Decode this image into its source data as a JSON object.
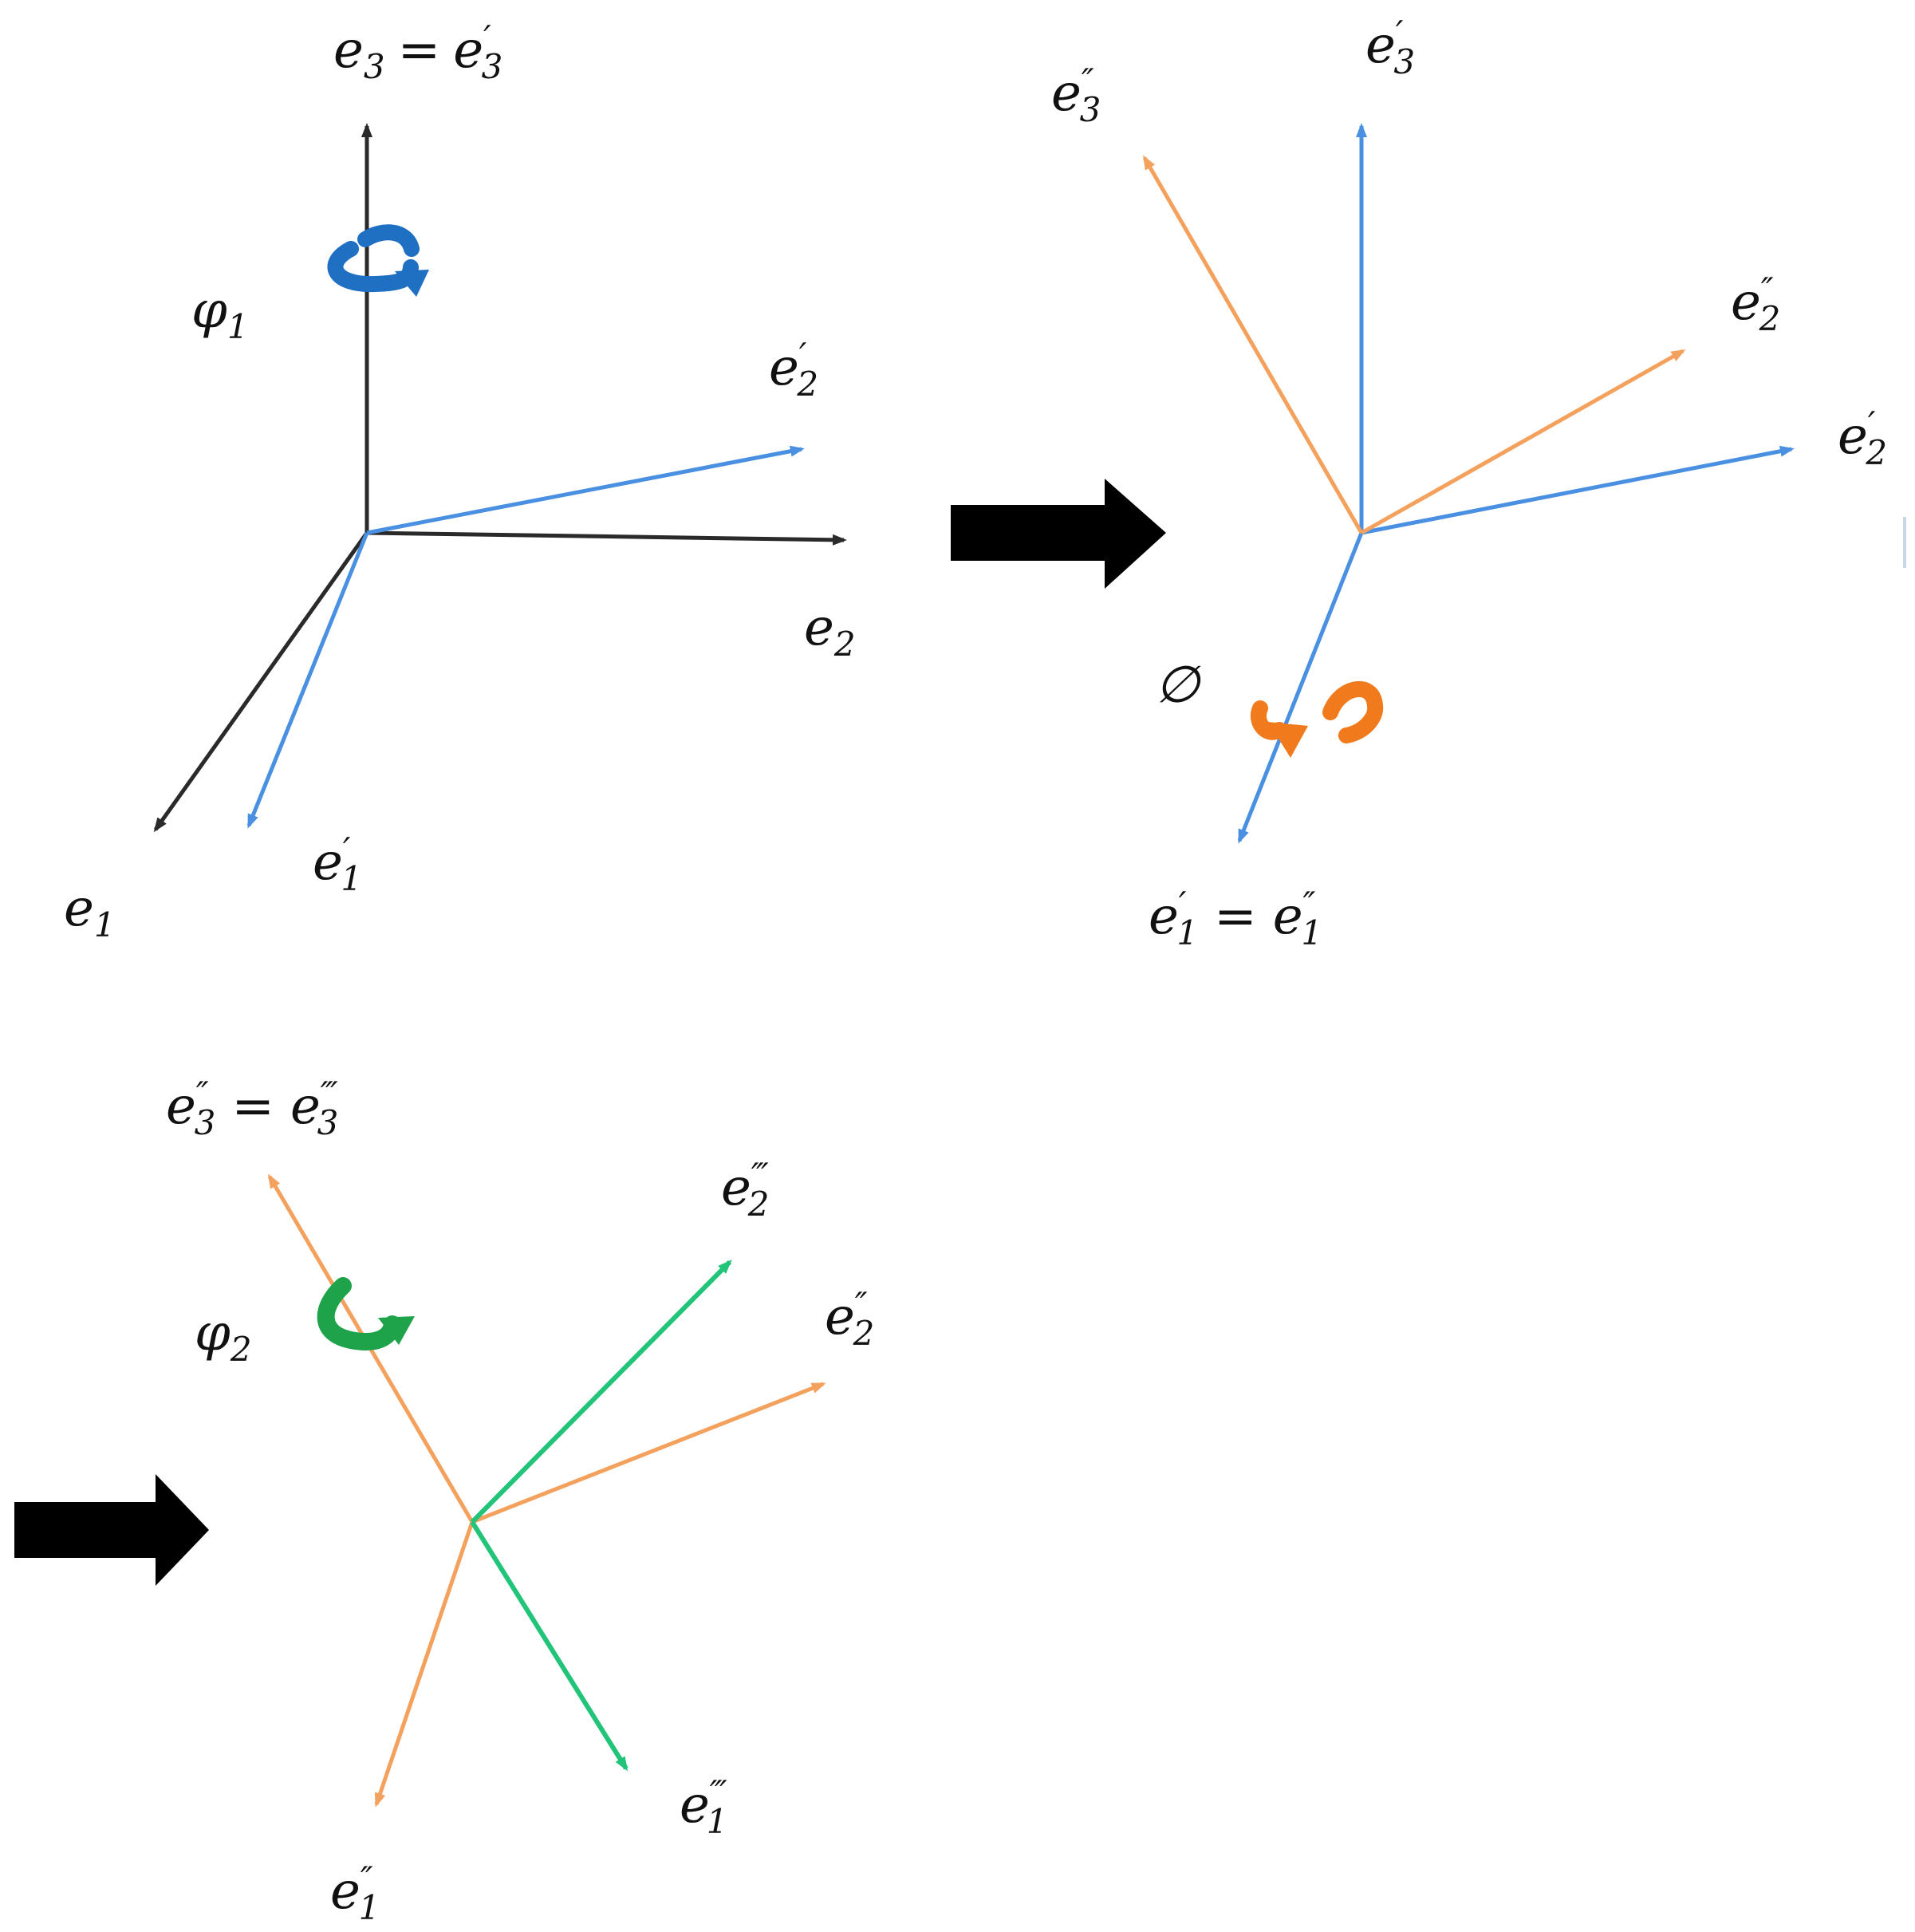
{
  "colors": {
    "original_axes": "#3a3a3a",
    "first_rotation": "#4a90e2",
    "second_rotation": "#f4a15d",
    "third_rotation": "#22c47a",
    "arrow_blue": "#1f6fc2",
    "arrow_orange": "#f07a1c",
    "arrow_green": "#1fa34a",
    "step_arrow": "#000000"
  },
  "panels": {
    "first": {
      "angle_symbol": "φ",
      "angle_subscript": "1",
      "labels": {
        "e3_base": "e",
        "e3_sub": "3",
        "e3_eq": "=",
        "e3p_base": "e",
        "e3p_prime": "′",
        "e3p_sub": "3",
        "e2p_base": "e",
        "e2p_prime": "′",
        "e2p_sub": "2",
        "e2_base": "e",
        "e2_sub": "2",
        "e1p_base": "e",
        "e1p_prime": "′",
        "e1p_sub": "1",
        "e1_base": "e",
        "e1_sub": "1"
      }
    },
    "second": {
      "angle_symbol": "∅",
      "labels": {
        "e3p_base": "e",
        "e3p_prime": "′",
        "e3p_sub": "3",
        "e3pp_base": "e",
        "e3pp_prime": "″",
        "e3pp_sub": "3",
        "e2pp_base": "e",
        "e2pp_prime": "″",
        "e2pp_sub": "2",
        "e2p_base": "e",
        "e2p_prime": "′",
        "e2p_sub": "2",
        "e1p_base": "e",
        "e1p_prime": "′",
        "e1p_sub": "1",
        "eq": "=",
        "e1pp_base": "e",
        "e1pp_prime": "″",
        "e1pp_sub": "1"
      }
    },
    "third": {
      "angle_symbol": "φ",
      "angle_subscript": "2",
      "labels": {
        "e3pp_base": "e",
        "e3pp_prime": "″",
        "e3pp_sub": "3",
        "eq": "=",
        "e3ppp_base": "e",
        "e3ppp_prime": "‴",
        "e3ppp_sub": "3",
        "e2ppp_base": "e",
        "e2ppp_prime": "‴",
        "e2ppp_sub": "2",
        "e2pp_base": "e",
        "e2pp_prime": "″",
        "e2pp_sub": "2",
        "e1ppp_base": "e",
        "e1ppp_prime": "‴",
        "e1ppp_sub": "1",
        "e1pp_base": "e",
        "e1pp_prime": "″",
        "e1pp_sub": "1"
      }
    }
  }
}
